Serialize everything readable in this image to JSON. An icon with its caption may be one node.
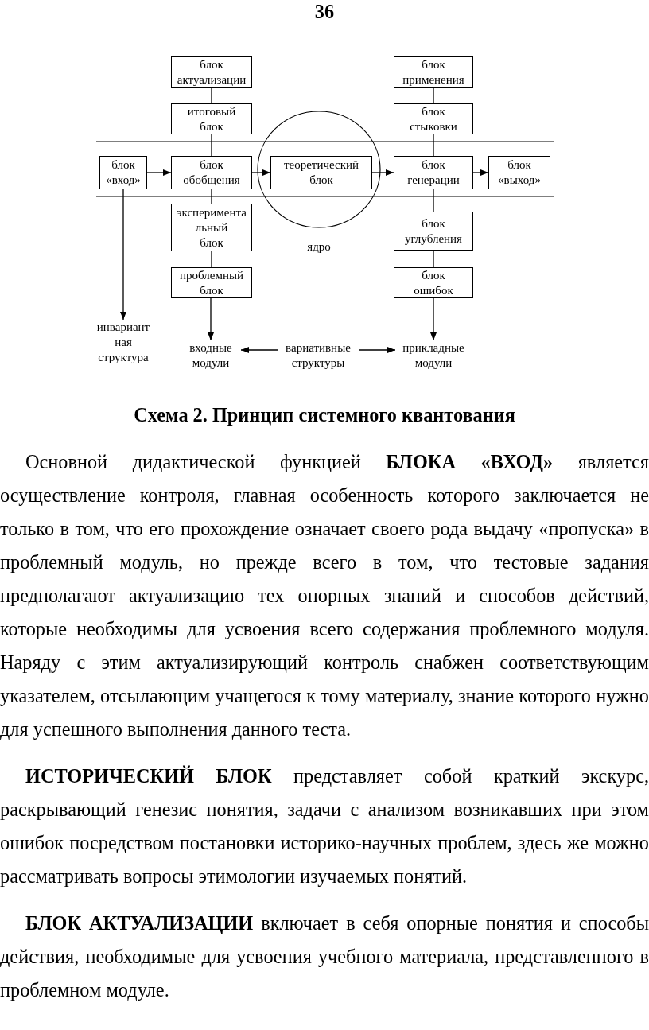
{
  "diagram": {
    "caption": "Схема 2. Принцип системного квантования",
    "nodes": [
      {
        "text": [
          "блок актуализации"
        ]
      },
      {
        "text": [
          "блок применения"
        ]
      },
      {
        "text": [
          "итоговый блок"
        ]
      },
      {
        "text": [
          "блок стыковки"
        ]
      },
      {
        "text": [
          "блок «вход»"
        ]
      },
      {
        "text": [
          "блок обобщения"
        ]
      },
      {
        "text": [
          "ядро"
        ]
      },
      {
        "text": [
          "теоретический блок"
        ],
        "in": 6
      },
      {
        "text": [
          "блок генерации"
        ]
      },
      {
        "text": [
          "блок «выход»"
        ]
      },
      {
        "text": [
          "эксперимента льный блок"
        ]
      },
      {
        "text": [
          "блок углубления"
        ]
      },
      {
        "text": [
          "проблемный блок"
        ]
      },
      {
        "text": [
          "блок ошибок"
        ]
      },
      {
        "text": [
          "инвариант ная структура"
        ]
      },
      {
        "text": [
          "входные модули"
        ]
      },
      {
        "text": [
          "вариативные структуры"
        ]
      },
      {
        "text": [
          "прикладные модули"
        ]
      }
    ],
    "edges": [
      {
        "from": 0,
        "to": 2,
        "arrow": "none"
      },
      {
        "from": 1,
        "to": 3,
        "arrow": "none"
      },
      {
        "from": 2,
        "to": 5,
        "arrow": "none"
      },
      {
        "from": 3,
        "to": 8,
        "arrow": "none"
      },
      {
        "from": 4,
        "to": 5,
        "arrow": "to"
      },
      {
        "from": 5,
        "to": 7,
        "arrow": "to"
      },
      {
        "from": 7,
        "to": 8,
        "arrow": "to"
      },
      {
        "from": 8,
        "to": 9,
        "arrow": "to"
      },
      {
        "from": 5,
        "to": 10,
        "arrow": "none"
      },
      {
        "from": 8,
        "to": 11,
        "arrow": "none"
      },
      {
        "from": 10,
        "to": 12,
        "arrow": "none"
      },
      {
        "from": 11,
        "to": 13,
        "arrow": "none"
      },
      {
        "from": 12,
        "to": 15,
        "arrow": "to"
      },
      {
        "from": 13,
        "to": 17,
        "arrow": "to"
      },
      {
        "from": 4,
        "to": 14,
        "arrow": "to"
      },
      {
        "from": 16,
        "to": 15,
        "arrow": "to"
      },
      {
        "from": 16,
        "to": 17,
        "arrow": "to"
      }
    ],
    "labels": [
      "36",
      "Основной дидактической функцией **БЛОКА «ВХОД»** является осуществление контроля, главная особенность которого заключается не только в том, что его прохождение означает своего рода выдачу «пропуска» в проблемный модуль, но прежде всего в том, что тестовые задания предполагают актуализацию тех опорных знаний и способов действий, которые необходимы для усвоения всего содержания проблемного модуля. Наряду с этим актуализирующий контроль снабжен соответствующим указателем, отсылающим учащегося к тому материалу, знание которого нужно для успешного выполнения данного теста.",
      "**ИСТОРИЧЕСКИЙ БЛОК** представляет собой краткий экскурс, раскрывающий генезис понятия, задачи с анализом возникавших при этом ошибок посредством постановки историко-научных проблем, здесь же можно рассматривать вопросы этимологии изучаемых понятий.",
      "**БЛОК АКТУАЛИЗАЦИИ** включает в себя опорные понятия и способы действия, необходимые для усвоения учебного материала, представленного в проблемном модуле."
    ]
  }
}
